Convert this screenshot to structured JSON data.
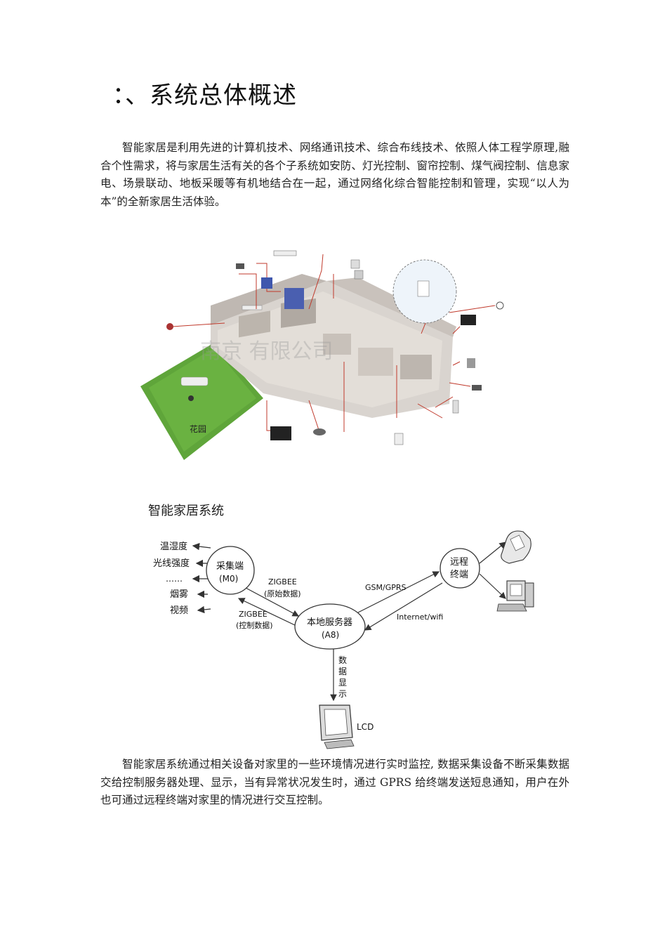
{
  "heading": "：、系统总体概述",
  "intro_paragraph": "智能家居是利用先进的计算机技术、网络通讯技术、综合布线技术、依照人体工程学原理,融合个性需求，将与家居生活有关的各个子系统如安防、灯光控制、窗帘控制、煤气阀控制、信息家电、场景联动、地板采暖等有机地结合在一起，通过网络化综合智能控制和管理，实现“以人为本”的全新家居生活体验。",
  "house_figure": {
    "garden_label": "花园",
    "watermark": "南京    有限公司"
  },
  "system_figure": {
    "caption": "智能家居系统",
    "sensors": [
      "温湿度",
      "光线强度",
      "……",
      "烟雾",
      "视频"
    ],
    "collector": {
      "line1": "采集端",
      "line2": "(M0)"
    },
    "server": {
      "line1": "本地服务器",
      "line2": "(A8)"
    },
    "remote": {
      "line1": "远程",
      "line2": "终端"
    },
    "zigbee_up": {
      "line1": "ZIGBEE",
      "line2": "(原始数据)"
    },
    "zigbee_down": {
      "line1": "ZIGBEE",
      "line2": "(控制数据)"
    },
    "gsm_label": "GSM/GPRS",
    "internet_label": "Internet/wifi",
    "display_label": [
      "数",
      "据",
      "显",
      "示"
    ],
    "lcd_label": "LCD"
  },
  "body_paragraph": "智能家居系统通过相关设备对家里的一些环境情况进行实时监控, 数据采集设备不断采集数据交给控制服务器处理、显示，当有异常状况发生时，通过 GPRS 给终端发送短息通知，用户在外也可通过远程终端对家里的情况进行交互控制。"
}
